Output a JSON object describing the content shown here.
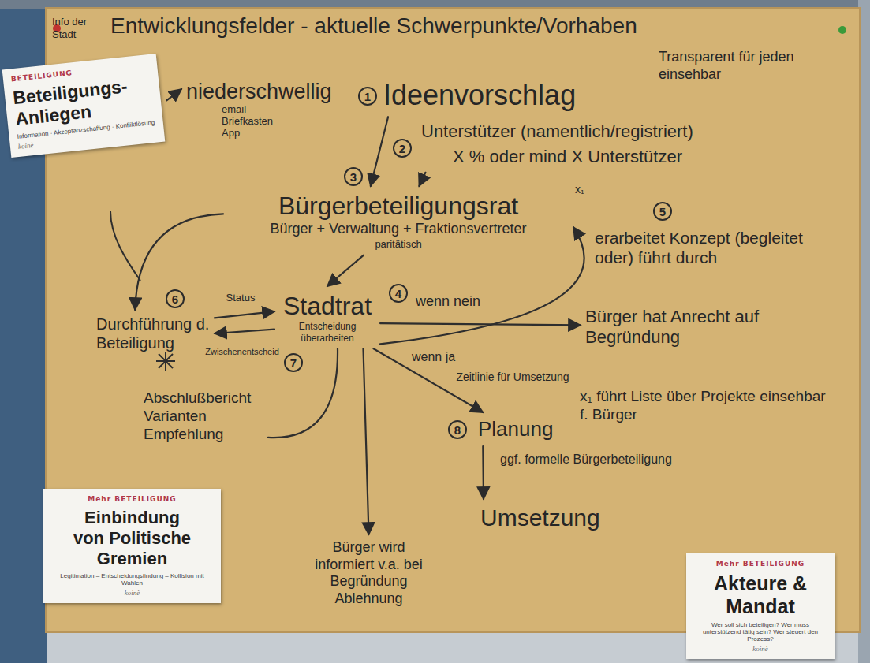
{
  "diagram": {
    "title": "Entwicklungsfelder - aktuelle Schwerpunkte/Vorhaben",
    "nodes": [
      {
        "text": [
          "BETEILIGUNG",
          "Beteiligungs-Anliegen",
          "Information · Akzeptanzschaffung · Konfliktlösung",
          "koinè"
        ]
      },
      {
        "text": [
          "Mehr BETEILIGUNG",
          "Einbindung von Politische Gremien",
          "Legitimation – Entscheidungsfindung – Kollision mit Wahlen",
          "koinè"
        ]
      },
      {
        "text": [
          "Mehr BETEILIGUNG",
          "Akteure & Mandat",
          "Wer soll sich beteiligen? Wer muss unterstützend tätig sein? Wer steuert den Prozess?",
          "koinè"
        ]
      },
      {
        "text": [
          "niederschwellig",
          "email Briefkasten App"
        ]
      },
      {
        "text": [
          "Ideenvorschlag"
        ]
      },
      {
        "text": [
          "Unterstützer (namentlich/registriert)",
          "X % oder mind X Unterstützer"
        ]
      },
      {
        "text": [
          "Bürgerbeteiligungsrat",
          "Bürger + Verwaltung + Fraktionsvertreter",
          "paritätisch"
        ]
      },
      {
        "text": [
          "erarbeitet Konzept (begleitet oder) führt durch"
        ]
      },
      {
        "text": [
          "Stadtrat",
          "Entscheidung überarbeiten"
        ]
      },
      {
        "text": [
          "Bürger hat Anrecht auf Begründung"
        ]
      },
      {
        "text": [
          "Durchführung d. Beteiligung"
        ]
      },
      {
        "text": [
          "Abschlußbericht Varianten Empfehlung"
        ]
      },
      {
        "text": [
          "Planung"
        ]
      },
      {
        "text": [
          "Umsetzung"
        ]
      },
      {
        "text": [
          "Bürger wird informiert v.a. bei Begründung Ablehnung"
        ]
      }
    ],
    "edges": [
      {
        "from": 0,
        "to": 3,
        "arrow": "to"
      },
      {
        "from": 4,
        "to": 6,
        "arrow": "to"
      },
      {
        "from": 5,
        "to": 6,
        "arrow": "to"
      },
      {
        "from": 6,
        "to": 8,
        "arrow": "to"
      },
      {
        "from": 6,
        "to": 10,
        "arrow": "to"
      },
      {
        "from": 8,
        "to": 9,
        "label": "wenn nein",
        "arrow": "to"
      },
      {
        "from": 8,
        "to": 6,
        "label": "wenn ja",
        "arrow": "to"
      },
      {
        "from": 10,
        "to": 8,
        "label": "Status",
        "arrow": "to"
      },
      {
        "from": 8,
        "to": 10,
        "label": "Zwischenentscheid",
        "arrow": "to"
      },
      {
        "from": 11,
        "to": 8,
        "arrow": "none"
      },
      {
        "from": 8,
        "to": 12,
        "label": "Zeitlinie für Umsetzung",
        "arrow": "to"
      },
      {
        "from": 12,
        "to": 13,
        "label": "ggf. formelle Bürgerbeteiligung",
        "arrow": "to"
      },
      {
        "from": 8,
        "to": 14,
        "arrow": "to"
      }
    ],
    "labels": [
      "Info der Stadt",
      "Transparent für jeden einsehbar",
      "1",
      "2",
      "3",
      "x₁",
      "4",
      "5",
      "6",
      "7",
      "8",
      "x₁ führt Liste über Projekte einsehbar f. Bürger"
    ]
  }
}
